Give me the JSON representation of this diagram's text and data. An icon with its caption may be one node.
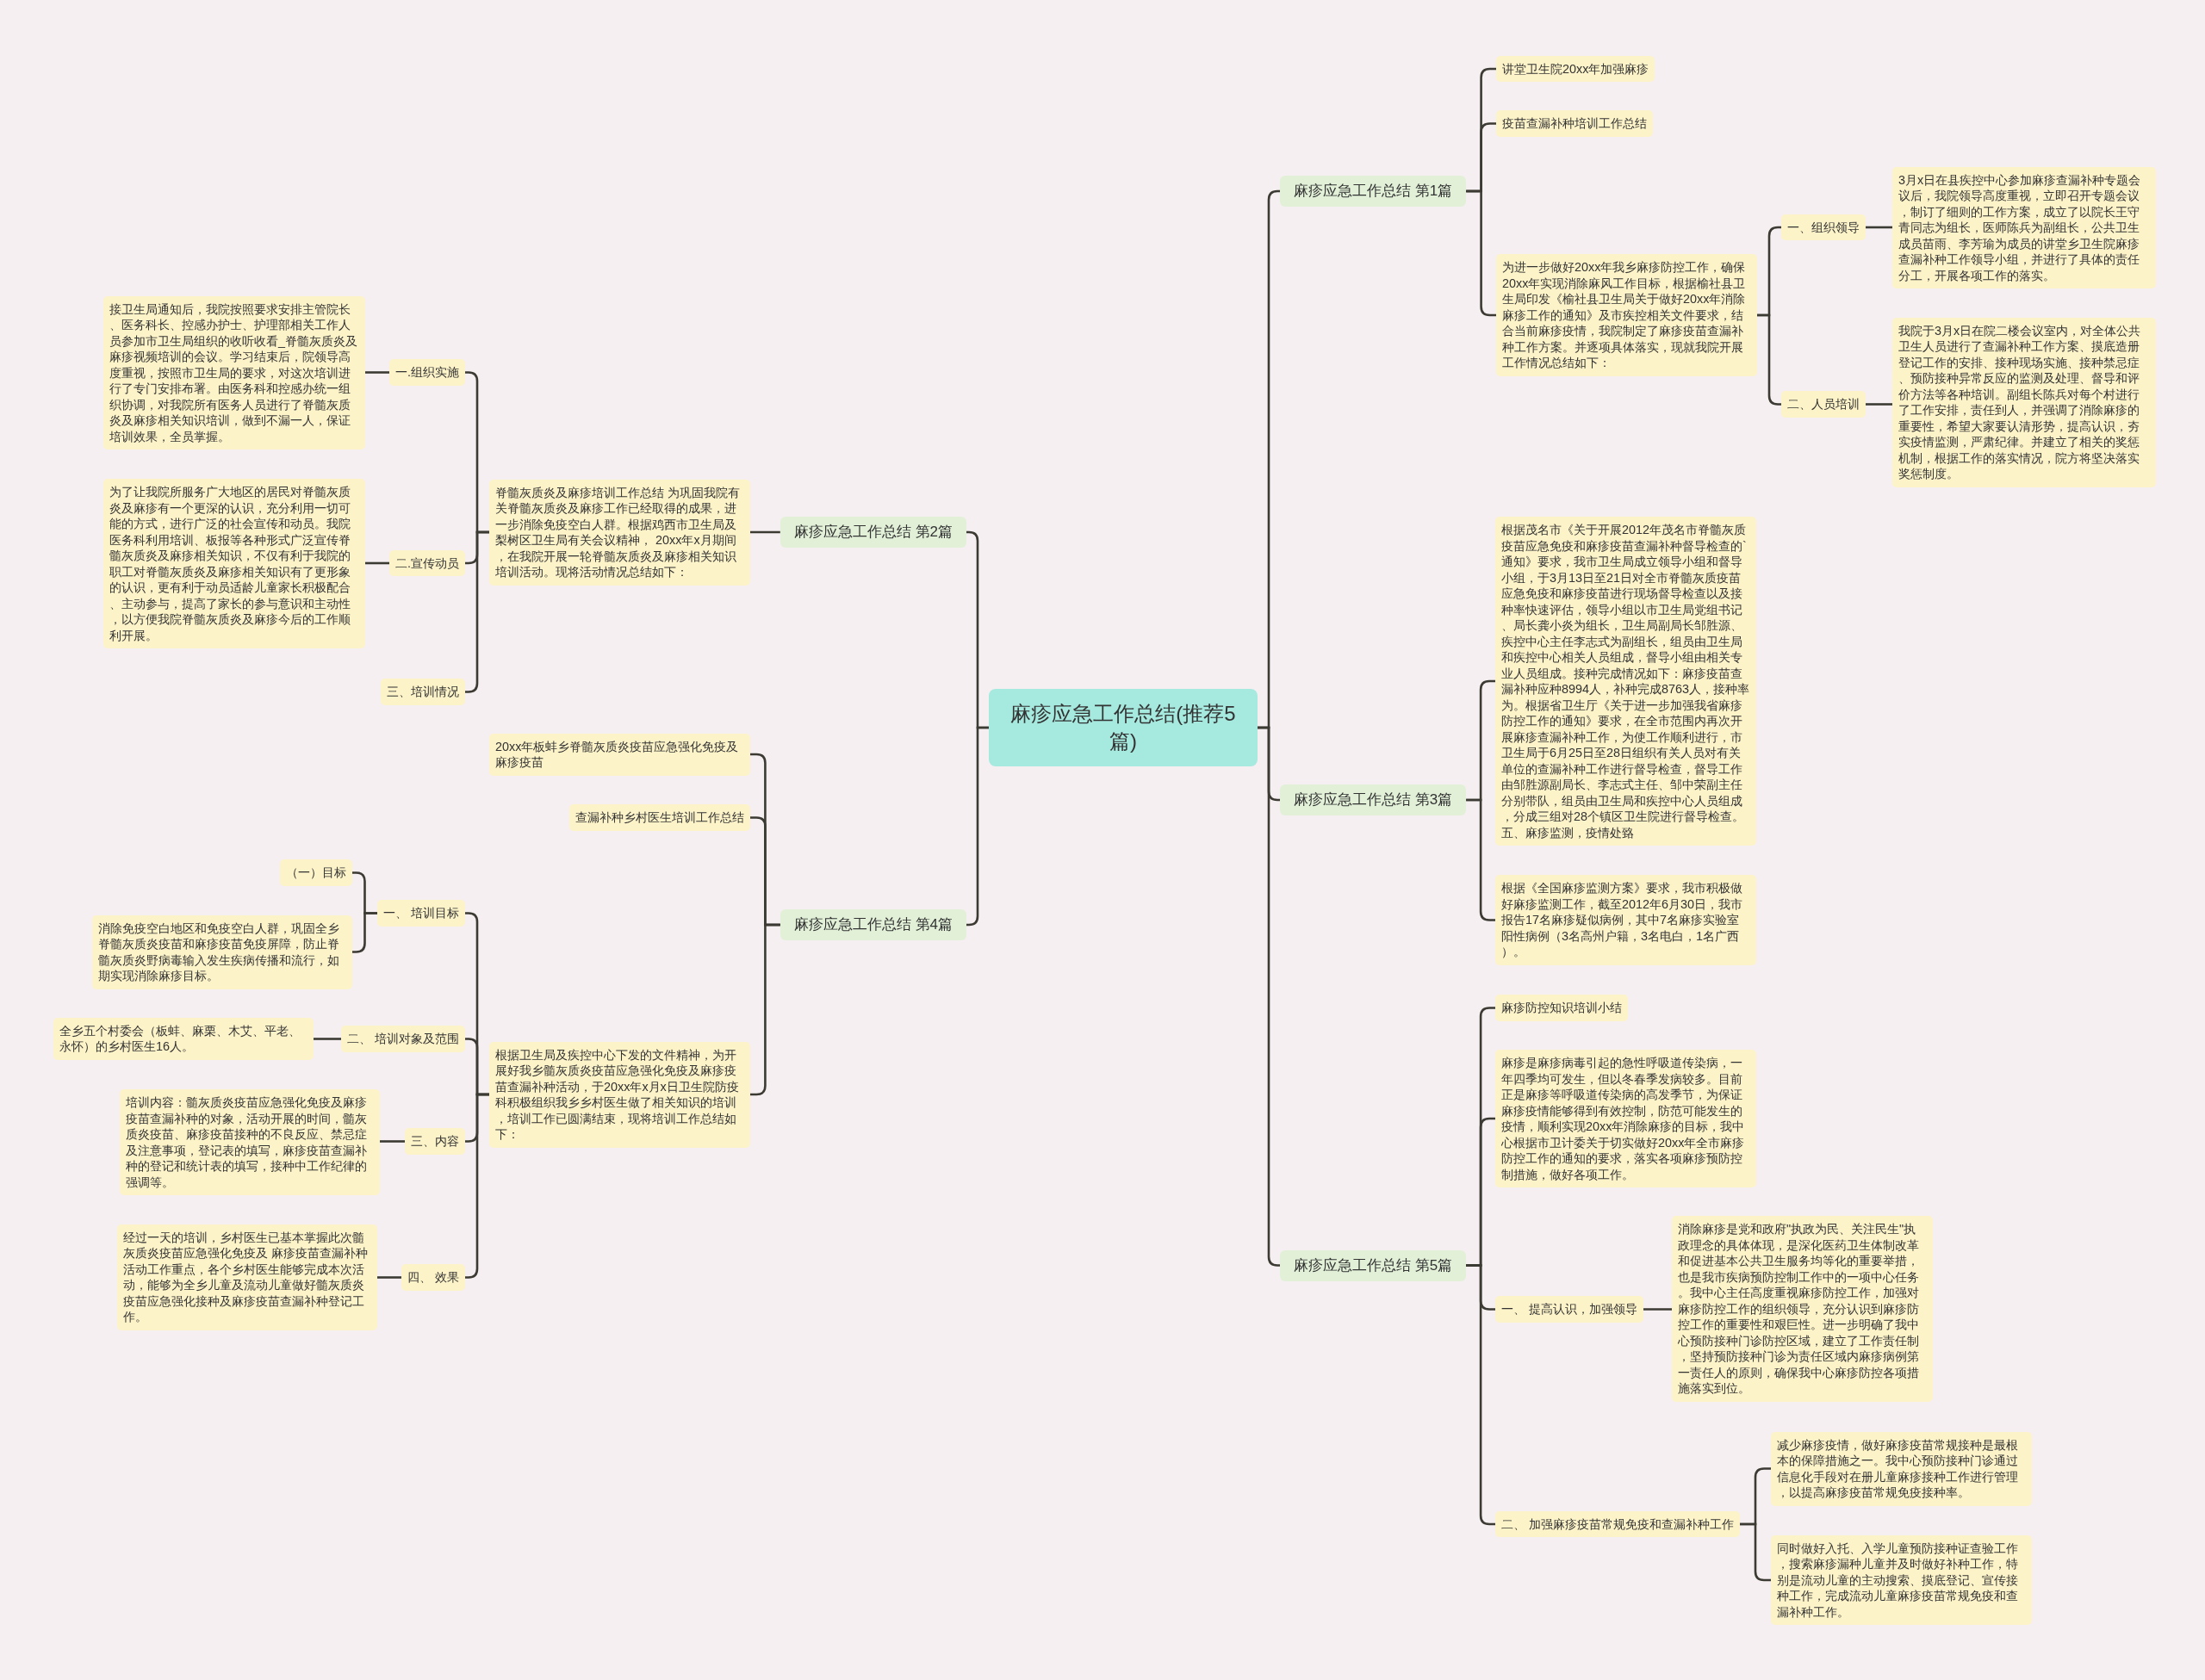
{
  "diagram": {
    "nodes": [
      {
        "text": [
          "麻疹应急工作总结(推荐5篇)"
        ]
      },
      {
        "text": [
          "麻疹应急工作总结 第1篇"
        ]
      },
      {
        "text": [
          "讲堂卫生院20xx年加强麻疹"
        ]
      },
      {
        "text": [
          "疫苗查漏补种培训工作总结"
        ]
      },
      {
        "text": [
          "为进一步做好20xx年我乡麻疹防控工作，确保20xx年实现消除麻风工作目标，根据榆社县卫生局印发《榆社县卫生局关于做好20xx年消除麻疹工作的通知》及市疾控相关文件要求，结合当前麻疹疫情，我院制定了麻疹疫苗查漏补种工作方案。并逐项具体落实，现就我院开展工作情况总结如下："
        ]
      },
      {
        "text": [
          "一、组织领导"
        ]
      },
      {
        "text": [
          "3月x日在县疾控中心参加麻疹查漏补种专题会议后，我院领导高度重视，立即召开专题会议，制订了细则的工作方案，成立了以院长王守青同志为组长，医师陈兵为副组长，公共卫生成员苗雨、李芳瑜为成员的讲堂乡卫生院麻疹查漏补种工作领导小组，并进行了具体的责任分工，开展各项工作的落实。"
        ]
      },
      {
        "text": [
          "二、人员培训"
        ]
      },
      {
        "text": [
          "我院于3月x日在院二楼会议室内，对全体公共卫生人员进行了查漏补种工作方案、摸底造册登记工作的安排、接种现场实施、接种禁忌症、预防接种异常反应的监测及处理、督导和评价方法等各种培训。副组长陈兵对每个村进行了工作安排，责任到人，并强调了消除麻疹的重要性，希望大家要认清形势，提高认识，夯实疫情监测，严肃纪律。并建立了相关的奖惩机制，根据工作的落实情况，院方将坚决落实奖惩制度。"
        ]
      },
      {
        "text": [
          "麻疹应急工作总结 第2篇"
        ]
      },
      {
        "text": [
          "脊髓灰质炎及麻疹培训工作总结 为巩固我院有关脊髓灰质炎及麻疹工作已经取得的成果，进一步消除免疫空白人群。根据鸡西市卫生局及梨树区卫生局有关会议精神， 20xx年x月期间，在我院开展一轮脊髓灰质炎及麻疹相关知识培训活动。现将活动情况总结如下："
        ]
      },
      {
        "text": [
          "一.组织实施"
        ]
      },
      {
        "text": [
          "接卫生局通知后，我院按照要求安排主管院长、医务科长、控感办护士、护理部相关工作人员参加市卫生局组织的收听收看_脊髓灰质炎及麻疹视频培训的会议。学习结束后，院领导高度重视，按照市卫生局的要求，对这次培训进行了专门安排布署。由医务科和控感办统一组织协调，对我院所有医务人员进行了脊髓灰质炎及麻疹相关知识培训，做到不漏一人，保证培训效果，全员掌握。"
        ]
      },
      {
        "text": [
          "二.宣传动员"
        ]
      },
      {
        "text": [
          "为了让我院所服务广大地区的居民对脊髓灰质炎及麻疹有一个更深的认识，充分利用一切可能的方式，进行广泛的社会宣传和动员。我院医务科利用培训、板报等各种形式广泛宣传脊髓灰质炎及麻疹相关知识，不仅有利于我院的职工对脊髓灰质炎及麻疹相关知识有了更形象的认识，更有利于动员适龄儿童家长积极配合、主动参与，提高了家长的参与意识和主动性，以方便我院脊髓灰质炎及麻疹今后的工作顺利开展。"
        ]
      },
      {
        "text": [
          "三、培训情况"
        ]
      },
      {
        "text": [
          "麻疹应急工作总结 第3篇"
        ]
      },
      {
        "text": [
          "根据茂名市《关于开展2012年茂名市脊髓灰质疫苗应急免疫和麻疹疫苗查漏补种督导检查的`通知》要求，我市卫生局成立领导小组和督导小组，于3月13日至21日对全市脊髓灰质疫苗应急免疫和麻疹疫苗进行现场督导检查以及接种率快速评估，领导小组以市卫生局党组书记、局长龚小炎为组长，卫生局副局长邹胜源、疾控中心主任李志式为副组长，组员由卫生局和疾控中心相关人员组成，督导小组由相关专业人员组成。接种完成情况如下：麻疹疫苗查漏补种应种8994人，补种完成8763人，接种率为。根据省卫生厅《关于进一步加强我省麻疹防控工作的通知》要求，在全市范围内再次开展麻疹查漏补种工作，为使工作顺利进行，市卫生局于6月25日至28日组织有关人员对有关单位的查漏补种工作进行督导检查，督导工作由邹胜源副局长、李志式主任、邹中荣副主任分别带队，组员由卫生局和疾控中心人员组成，分成三组对28个镇区卫生院进行督导检查。五、麻疹监测，疫情处臵"
        ]
      },
      {
        "text": [
          "根据《全国麻疹监测方案》要求，我市积极做好麻疹监测工作，截至2012年6月30日，我市报告17名麻疹疑似病例，其中7名麻疹实验室阳性病例（3名高州户籍，3名电白，1名广西）。"
        ]
      },
      {
        "text": [
          "麻疹应急工作总结 第4篇"
        ]
      },
      {
        "text": [
          "20xx年板蚌乡脊髓灰质炎疫苗应急强化免疫及麻疹疫苗"
        ]
      },
      {
        "text": [
          "查漏补种乡村医生培训工作总结"
        ]
      },
      {
        "text": [
          "根据卫生局及疾控中心下发的文件精神，为开展好我乡髓灰质炎疫苗应急强化免疫及麻疹疫苗查漏补种活动，于20xx年x月x日卫生院防疫科积极组织我乡乡村医生做了相关知识的培训，培训工作已圆满结束，现将培训工作总结如下："
        ]
      },
      {
        "text": [
          "一、 培训目标"
        ]
      },
      {
        "text": [
          "（一）目标"
        ]
      },
      {
        "text": [
          "消除免疫空白地区和免疫空白人群，巩固全乡脊髓灰质炎疫苗和麻疹疫苗免疫屏障，防止脊髓灰质炎野病毒输入发生疾病传播和流行，如期实现消除麻疹目标。"
        ]
      },
      {
        "text": [
          "二、 培训对象及范围"
        ]
      },
      {
        "text": [
          "全乡五个村委会（板蚌、麻栗、木艾、平老、永怀）的乡村医生16人。"
        ]
      },
      {
        "text": [
          "三、内容"
        ]
      },
      {
        "text": [
          "培训内容：髓灰质炎疫苗应急强化免疫及麻疹疫苗查漏补种的对象，活动开展的时间，髓灰质炎疫苗、麻疹疫苗接种的不良反应、禁忌症及注意事项，登记表的填写，麻疹疫苗查漏补种的登记和统计表的填写，接种中工作纪律的强调等。"
        ]
      },
      {
        "text": [
          "四、 效果"
        ]
      },
      {
        "text": [
          "经过一天的培训，乡村医生已基本掌握此次髓灰质炎疫苗应急强化免疫及 麻疹疫苗查漏补种活动工作重点，各个乡村医生能够完成本次活动，能够为全乡儿童及流动儿童做好髓灰质炎疫苗应急强化接种及麻疹疫苗查漏补种登记工作。"
        ]
      },
      {
        "text": [
          "麻疹应急工作总结 第5篇"
        ]
      },
      {
        "text": [
          "麻疹防控知识培训小结"
        ]
      },
      {
        "text": [
          "麻疹是麻疹病毒引起的急性呼吸道传染病，一年四季均可发生，但以冬春季发病较多。目前正是麻疹等呼吸道传染病的高发季节，为保证麻疹疫情能够得到有效控制，防范可能发生的疫情，顺利实现20xx年消除麻疹的目标，我中心根据市卫计委关于切实做好20xx年全市麻疹防控工作的通知的要求，落实各项麻疹预防控制措施，做好各项工作。"
        ]
      },
      {
        "text": [
          "一、 提高认识，加强领导"
        ]
      },
      {
        "text": [
          "消除麻疹是党和政府\"执政为民、关注民生\"执政理念的具体体现，是深化医药卫生体制改革和促进基本公共卫生服务均等化的重要举措，也是我市疾病预防控制工作中的一项中心任务。我中心主任高度重视麻疹防控工作，加强对麻疹防控工作的组织领导，充分认识到麻疹防控工作的重要性和艰巨性。进一步明确了我中心预防接种门诊防控区域，建立了工作责任制，坚持预防接种门诊为责任区域内麻疹病例第一责任人的原则，确保我中心麻疹防控各项措施落实到位。"
        ]
      },
      {
        "text": [
          "二、 加强麻疹疫苗常规免疫和查漏补种工作"
        ]
      },
      {
        "text": [
          "减少麻疹疫情，做好麻疹疫苗常规接种是最根本的保障措施之一。我中心预防接种门诊通过信息化手段对在册儿童麻疹接种工作进行管理，以提高麻疹疫苗常规免疫接种率。"
        ]
      },
      {
        "text": [
          "同时做好入托、入学儿童预防接种证查验工作，搜索麻疹漏种儿童并及时做好补种工作，特别是流动儿童的主动搜索、摸底登记、宣传接种工作，完成流动儿童麻疹疫苗常规免疫和查漏补种工作。"
        ]
      }
    ],
    "edges": [
      {
        "from": 0,
        "to": 1,
        "arrow": "none"
      },
      {
        "from": 0,
        "to": 9,
        "arrow": "none"
      },
      {
        "from": 0,
        "to": 16,
        "arrow": "none"
      },
      {
        "from": 0,
        "to": 19,
        "arrow": "none"
      },
      {
        "from": 0,
        "to": 32,
        "arrow": "none"
      },
      {
        "from": 1,
        "to": 2,
        "arrow": "none"
      },
      {
        "from": 1,
        "to": 3,
        "arrow": "none"
      },
      {
        "from": 1,
        "to": 4,
        "arrow": "none"
      },
      {
        "from": 4,
        "to": 5,
        "arrow": "none"
      },
      {
        "from": 4,
        "to": 7,
        "arrow": "none"
      },
      {
        "from": 5,
        "to": 6,
        "arrow": "none"
      },
      {
        "from": 7,
        "to": 8,
        "arrow": "none"
      },
      {
        "from": 9,
        "to": 10,
        "arrow": "none"
      },
      {
        "from": 10,
        "to": 11,
        "arrow": "none"
      },
      {
        "from": 10,
        "to": 13,
        "arrow": "none"
      },
      {
        "from": 10,
        "to": 15,
        "arrow": "none"
      },
      {
        "from": 11,
        "to": 12,
        "arrow": "none"
      },
      {
        "from": 13,
        "to": 14,
        "arrow": "none"
      },
      {
        "from": 16,
        "to": 17,
        "arrow": "none"
      },
      {
        "from": 16,
        "to": 18,
        "arrow": "none"
      },
      {
        "from": 19,
        "to": 20,
        "arrow": "none"
      },
      {
        "from": 19,
        "to": 21,
        "arrow": "none"
      },
      {
        "from": 19,
        "to": 22,
        "arrow": "none"
      },
      {
        "from": 22,
        "to": 23,
        "arrow": "none"
      },
      {
        "from": 22,
        "to": 26,
        "arrow": "none"
      },
      {
        "from": 22,
        "to": 28,
        "arrow": "none"
      },
      {
        "from": 22,
        "to": 30,
        "arrow": "none"
      },
      {
        "from": 23,
        "to": 24,
        "arrow": "none"
      },
      {
        "from": 23,
        "to": 25,
        "arrow": "none"
      },
      {
        "from": 26,
        "to": 27,
        "arrow": "none"
      },
      {
        "from": 28,
        "to": 29,
        "arrow": "none"
      },
      {
        "from": 30,
        "to": 31,
        "arrow": "none"
      },
      {
        "from": 32,
        "to": 33,
        "arrow": "none"
      },
      {
        "from": 32,
        "to": 34,
        "arrow": "none"
      },
      {
        "from": 32,
        "to": 35,
        "arrow": "none"
      },
      {
        "from": 32,
        "to": 37,
        "arrow": "none"
      },
      {
        "from": 35,
        "to": 36,
        "arrow": "none"
      },
      {
        "from": 37,
        "to": 38,
        "arrow": "none"
      },
      {
        "from": 37,
        "to": 39,
        "arrow": "none"
      }
    ]
  }
}
